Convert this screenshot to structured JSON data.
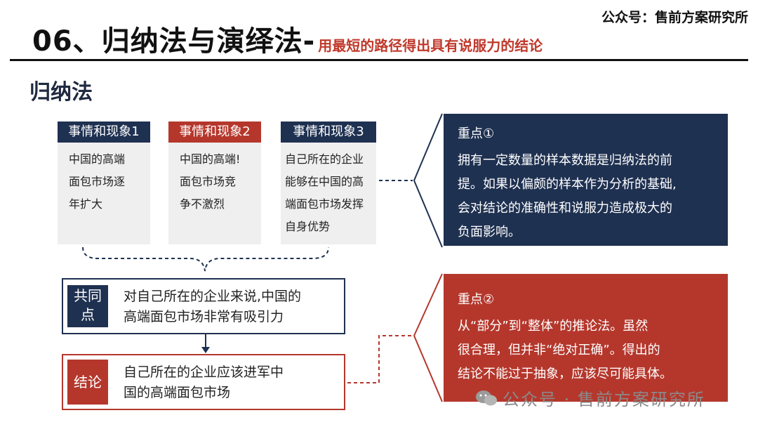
{
  "brand": "公众号：售前方案研究所",
  "title": {
    "main": "06、归纳法与演绎法-",
    "subtitle": "用最短的路径得出具有说服力的结论"
  },
  "section_title": "归纳法",
  "cases": [
    {
      "header": "事情和现象1",
      "lines": [
        "中国的高端",
        "面包市场逐",
        "年扩大"
      ]
    },
    {
      "header": "事情和现象2",
      "lines": [
        "中国的高端!",
        "面包市场竞",
        "争不激烈"
      ]
    },
    {
      "header": "事情和现象3",
      "lines": [
        "自己所在的企业",
        "能够在中国的高",
        "端面包市场发挥",
        "自身优势"
      ]
    }
  ],
  "common": {
    "tag_lines": [
      "共同",
      "点"
    ],
    "text_lines": [
      "对自己所在的企业来说,中国的",
      "高端面包市场非常有吸引力"
    ]
  },
  "conclusion": {
    "tag": "结论",
    "text_lines": [
      "自己所在的企业应该进军中",
      "国的高端面包市场"
    ]
  },
  "point1": {
    "heading": "重点①",
    "lines": [
      "拥有一定数量的样本数据是归纳法的前",
      "提。如果以偏颇的样本作为分析的基础,",
      "会对结论的准确性和说服力造成极大的",
      "负面影响。"
    ]
  },
  "point2": {
    "heading": "重点②",
    "lines": [
      "从“部分”到“整体”的推论法。虽然",
      "很合理，但并非“绝对正确”。得出的",
      "结论不能过于抽象，应该尽可能具体。"
    ]
  },
  "watermark": "公众号 · 售前方案研究所",
  "colors": {
    "navy": "#1f3151",
    "red": "#b5372c",
    "case_bg": "#efefef",
    "subtitle_red": "#c0392b"
  }
}
